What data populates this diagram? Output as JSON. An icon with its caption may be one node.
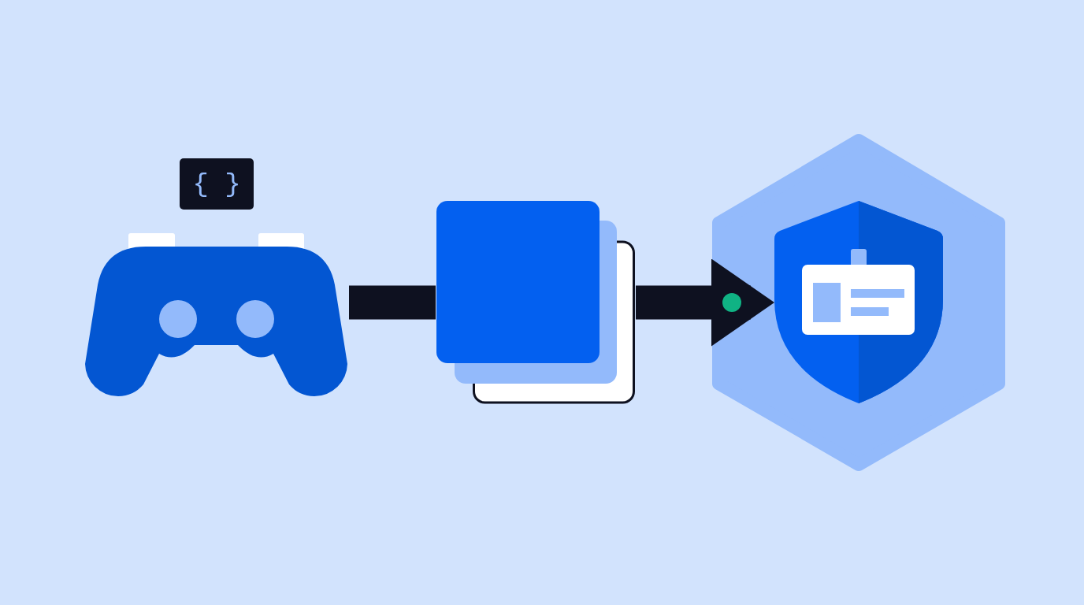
{
  "diagram": {
    "nodes": [
      {
        "text": [
          "{ }"
        ]
      },
      {
        "text": [],
        "shape": "picture"
      },
      {
        "text": [],
        "shape": "box"
      },
      {
        "text": [],
        "shape": "hexagon"
      },
      {
        "text": [],
        "shape": "picture",
        "in": 3
      }
    ],
    "edges": [
      {
        "from": 1,
        "to": 2,
        "arrow": "none"
      },
      {
        "from": 2,
        "to": 4,
        "arrow": "to"
      }
    ]
  }
}
